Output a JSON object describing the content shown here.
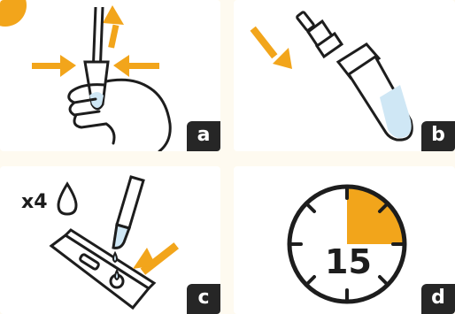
{
  "panels": [
    {
      "id": "a",
      "label": "a"
    },
    {
      "id": "b",
      "label": "b"
    },
    {
      "id": "c",
      "label": "c",
      "drop_count": "x4"
    },
    {
      "id": "d",
      "label": "d",
      "timer_minutes": "15"
    }
  ],
  "colors": {
    "accent": "#f2a51b",
    "ink": "#1d1d1d",
    "liquid": "#cfe7f5",
    "label_bg": "#262626"
  }
}
